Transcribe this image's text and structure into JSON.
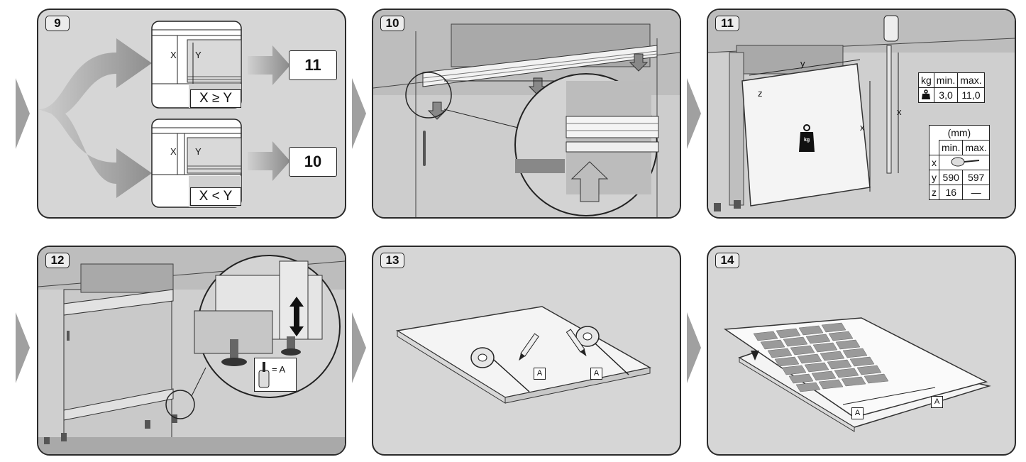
{
  "steps": {
    "s9": "9",
    "s10": "10",
    "s11": "11",
    "s12": "12",
    "s13": "13",
    "s14": "14"
  },
  "panel9": {
    "x_label": "X",
    "y_label": "Y",
    "cond_ge": "X ≥ Y",
    "cond_lt": "X < Y",
    "goto_top": "11",
    "goto_bottom": "10"
  },
  "panel11": {
    "dim_y": "y",
    "dim_z": "z",
    "dim_x_door": "x",
    "dim_x_tape": "x",
    "kg_table": {
      "h_kg": "kg",
      "h_min": "min.",
      "h_max": "max.",
      "min": "3,0",
      "max": "11,0"
    },
    "mm_table": {
      "unit": "(mm)",
      "h_min": "min.",
      "h_max": "max.",
      "rows": [
        {
          "label": "x",
          "min": "",
          "max": ""
        },
        {
          "label": "y",
          "min": "590",
          "max": "597"
        },
        {
          "label": "z",
          "min": "16",
          "max": "—"
        }
      ]
    },
    "weight_label": "kg"
  },
  "panel12": {
    "eq_a": "= A"
  },
  "panel13": {
    "mark_a1": "A",
    "mark_a2": "A"
  },
  "panel14": {
    "mark_a1": "A",
    "mark_a2": "A"
  }
}
